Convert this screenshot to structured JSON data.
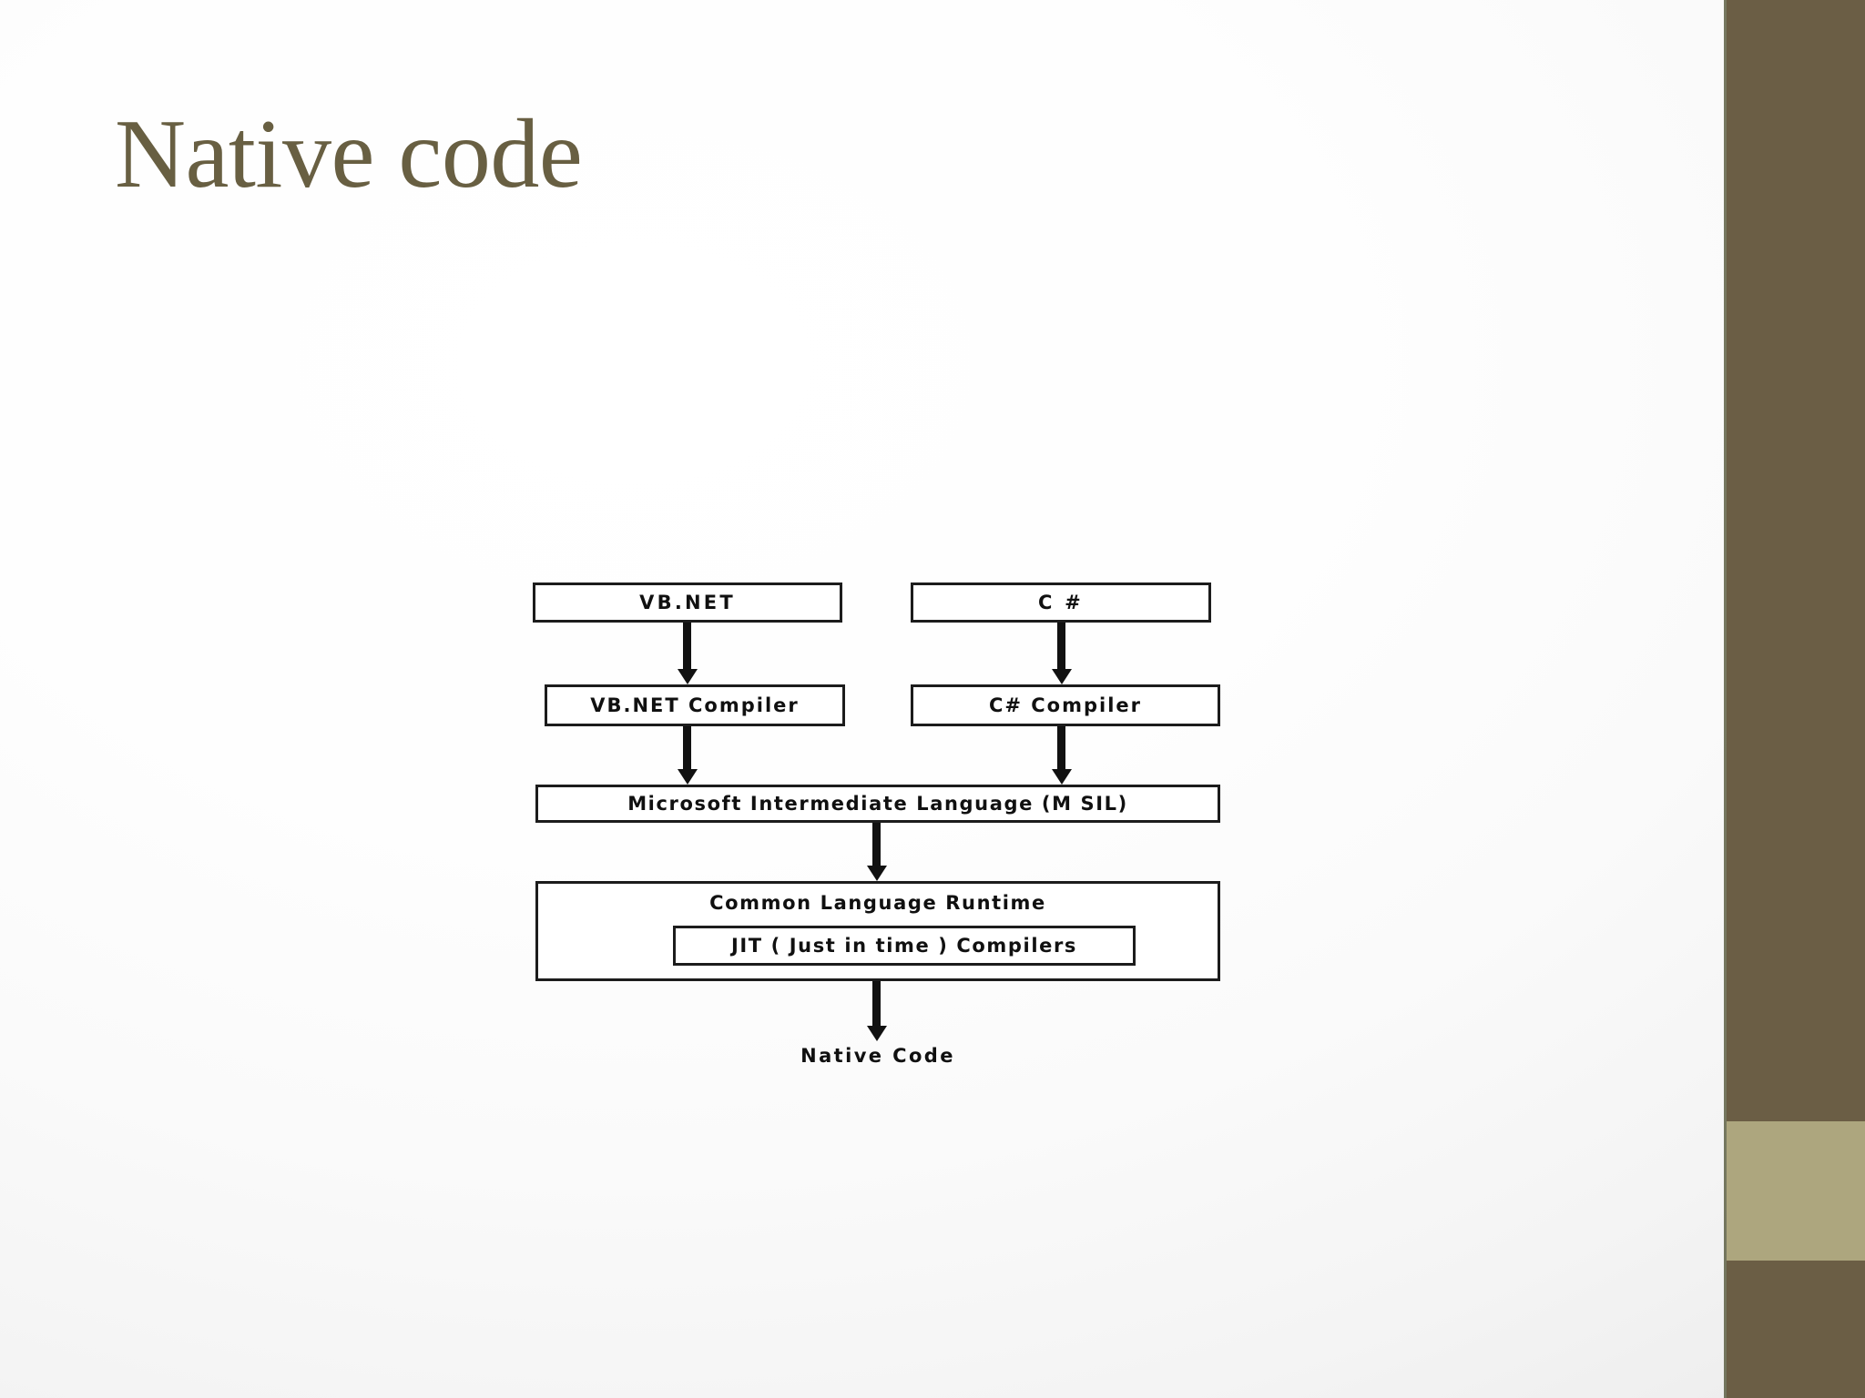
{
  "slide": {
    "title": "Native code",
    "title_color": "#685F42",
    "background_color": "#FFFFFF"
  },
  "side_bands": {
    "edge_line_color": "#5E6044",
    "bands": [
      {
        "name": "band-top",
        "color": "#6B5E45"
      },
      {
        "name": "band-middle",
        "color": "#ADA67E"
      },
      {
        "name": "band-bottom",
        "color": "#6B5E45"
      }
    ]
  },
  "chart_data": {
    "type": "diagram",
    "title": "Native code",
    "orientation": "top-to-bottom",
    "nodes": [
      {
        "id": "vbnet",
        "label": "VB.NET",
        "level": 1,
        "shape": "rect"
      },
      {
        "id": "csharp",
        "label": "C #",
        "level": 1,
        "shape": "rect"
      },
      {
        "id": "vbnet_compiler",
        "label": "VB.NET Compiler",
        "level": 2,
        "shape": "rect"
      },
      {
        "id": "csharp_compiler",
        "label": "C# Compiler",
        "level": 2,
        "shape": "rect"
      },
      {
        "id": "msil",
        "label": "Microsoft Intermediate Language (M SIL)",
        "level": 3,
        "shape": "rect"
      },
      {
        "id": "clr",
        "label": "Common Language Runtime",
        "level": 4,
        "shape": "rect"
      },
      {
        "id": "jit",
        "label": "JIT ( Just in time ) Compilers",
        "level": 4,
        "shape": "rect",
        "nested_in": "clr"
      },
      {
        "id": "native_code",
        "label": "Native Code",
        "level": 5,
        "shape": "text"
      }
    ],
    "edges": [
      {
        "from": "vbnet",
        "to": "vbnet_compiler",
        "arrow": "down"
      },
      {
        "from": "csharp",
        "to": "csharp_compiler",
        "arrow": "down"
      },
      {
        "from": "vbnet_compiler",
        "to": "msil",
        "arrow": "down"
      },
      {
        "from": "csharp_compiler",
        "to": "msil",
        "arrow": "down"
      },
      {
        "from": "msil",
        "to": "clr",
        "arrow": "down"
      },
      {
        "from": "clr",
        "to": "native_code",
        "arrow": "down"
      }
    ],
    "node_border_color": "#1C1C1C",
    "node_fill_color": "#FFFFFF",
    "arrow_color": "#111111"
  }
}
